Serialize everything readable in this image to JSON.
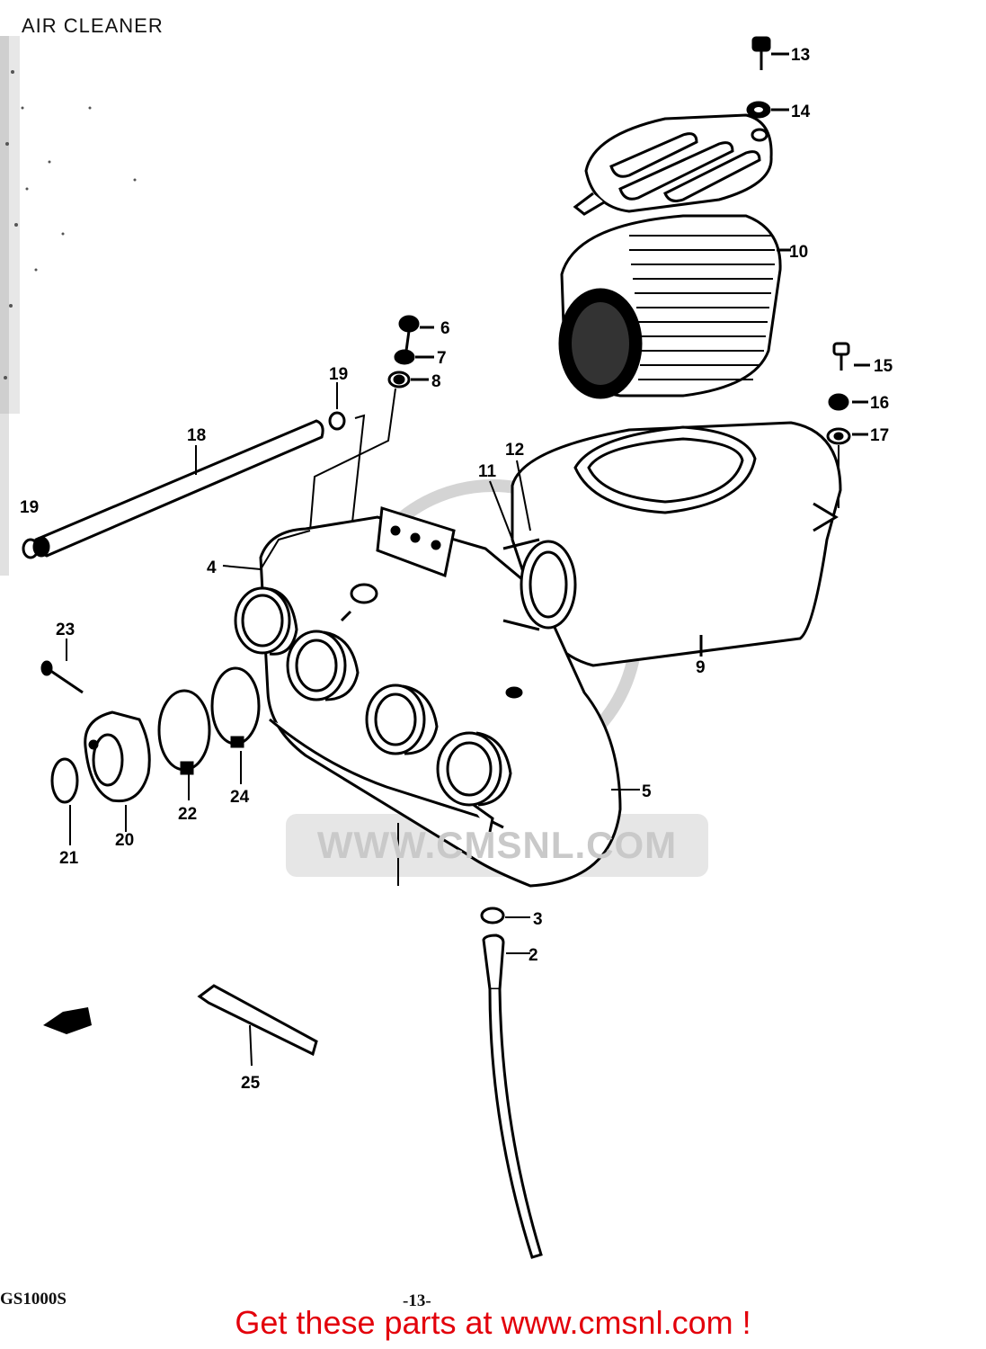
{
  "title": "AIR CLEANER",
  "model": "GS1000S",
  "page_number": "-13-",
  "watermark_text": "WWW.CMSNL.COM",
  "footer": "Get these parts at www.cmsnl.com !",
  "colors": {
    "line": "#000000",
    "footer": "#e3000b",
    "watermark": "#c9c9c9",
    "paper": "#ffffff"
  },
  "callouts": [
    "2",
    "3",
    "4",
    "5",
    "6",
    "7",
    "8",
    "9",
    "10",
    "11",
    "12",
    "13",
    "14",
    "15",
    "16",
    "17",
    "18",
    "19",
    "19",
    "20",
    "21",
    "22",
    "23",
    "24",
    "25"
  ]
}
